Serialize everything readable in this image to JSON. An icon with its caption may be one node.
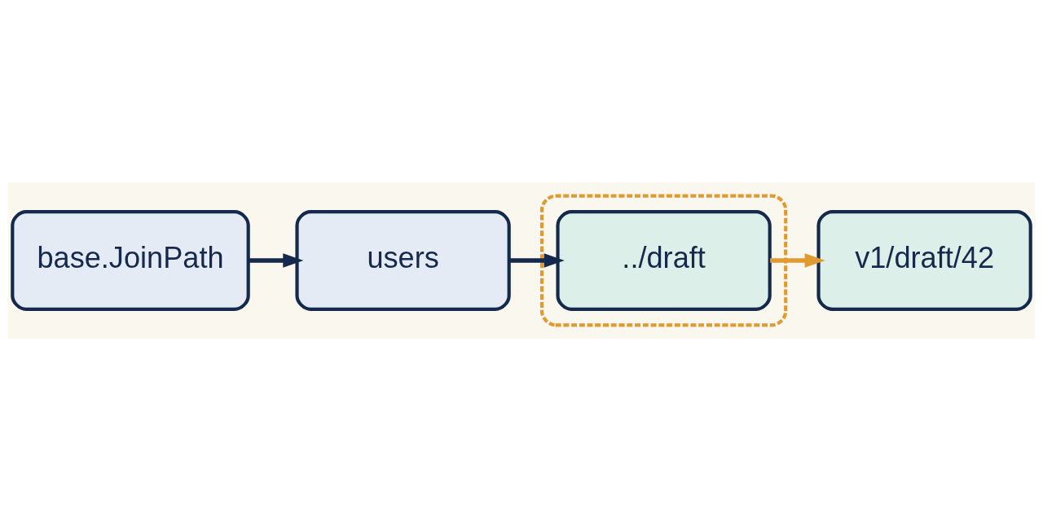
{
  "diagram": {
    "nodes": [
      {
        "text": [
          "base.JoinPath"
        ]
      },
      {
        "text": [
          "users"
        ]
      },
      {
        "text": [],
        "shape": "box"
      },
      {
        "text": [
          "../draft"
        ],
        "in": 2
      },
      {
        "text": [
          "v1/draft/42"
        ]
      }
    ],
    "edges": [
      {
        "from": 0,
        "to": 1,
        "arrow": "to"
      },
      {
        "from": 1,
        "to": 3,
        "arrow": "to"
      },
      {
        "from": 3,
        "to": 4,
        "arrow": "to",
        "color": "#e09a30"
      }
    ]
  }
}
